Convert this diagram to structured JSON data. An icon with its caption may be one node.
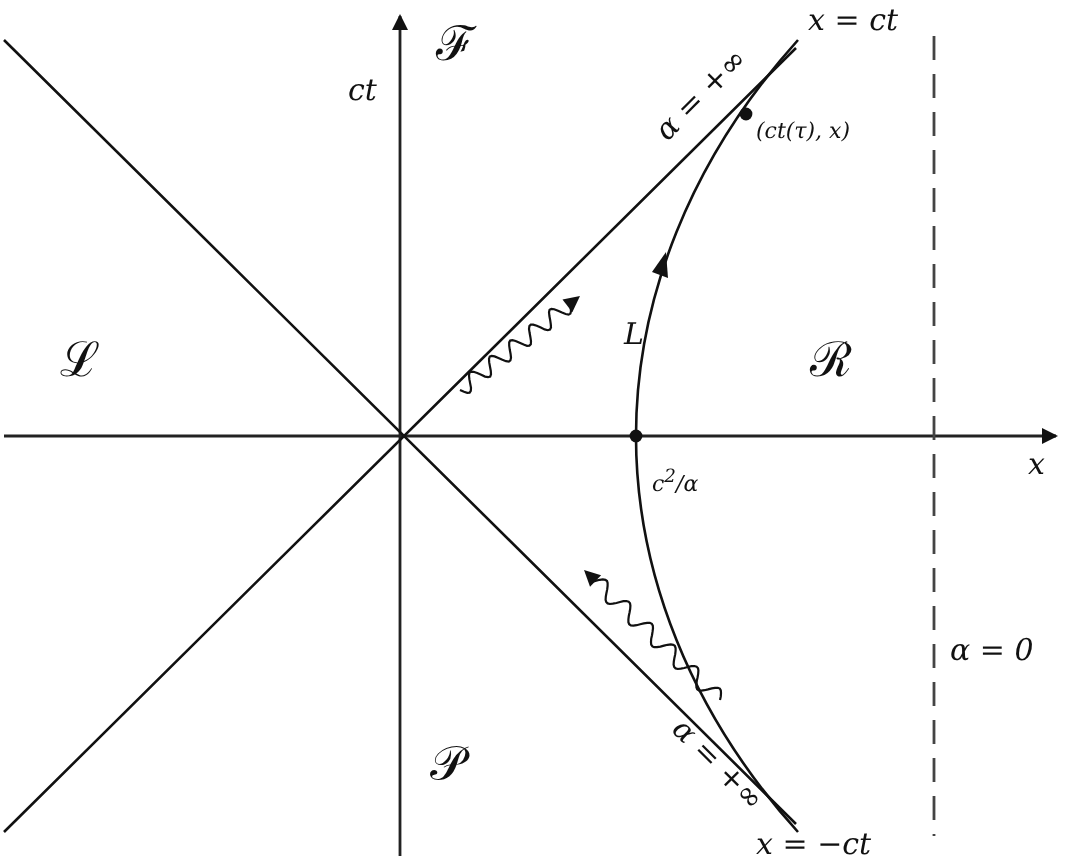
{
  "diagram": {
    "labels": [
      "x = ct",
      "ct",
      "ℱ",
      "α = +∞",
      "(ct(τ), x)",
      "L",
      "ℒ",
      "ℛ",
      "x",
      "c$^{2}$/α",
      "α = 0",
      "α = +∞",
      "𝒫",
      "x = −ct"
    ]
  }
}
